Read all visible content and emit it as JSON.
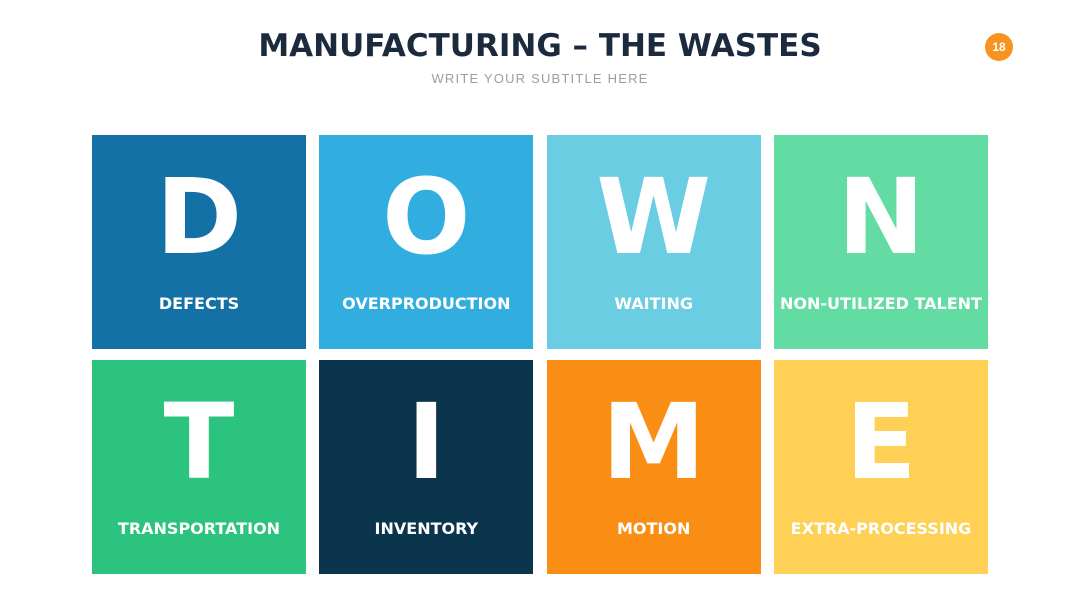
{
  "header": {
    "title": "MANUFACTURING – THE WASTES",
    "subtitle": "WRITE YOUR SUBTITLE HERE",
    "page_number": "18"
  },
  "colors": {
    "title": "#1c2a3d",
    "subtitle": "#9a9ea3",
    "badge": "#f7931e"
  },
  "tiles": [
    {
      "letter": "D",
      "label": "DEFECTS",
      "color": "#1371a5"
    },
    {
      "letter": "O",
      "label": "OVERPRODUCTION",
      "color": "#32ade0"
    },
    {
      "letter": "W",
      "label": "WAITING",
      "color": "#6acde2"
    },
    {
      "letter": "N",
      "label": "NON-UTILIZED TALENT",
      "color": "#62dca3"
    },
    {
      "letter": "T",
      "label": "TRANSPORTATION",
      "color": "#2cc37e"
    },
    {
      "letter": "I",
      "label": "INVENTORY",
      "color": "#0b344d"
    },
    {
      "letter": "M",
      "label": "MOTION",
      "color": "#fa8e15"
    },
    {
      "letter": "E",
      "label": "EXTRA-PROCESSING",
      "color": "#fed156"
    }
  ]
}
